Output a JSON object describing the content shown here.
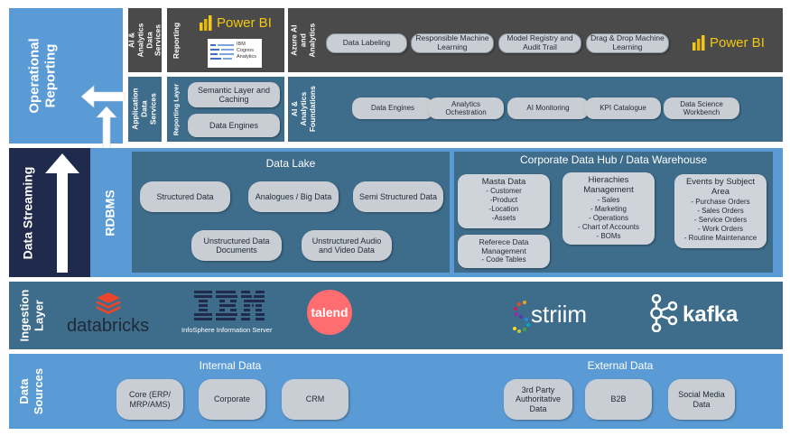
{
  "operational_reporting": {
    "label": "Operational Reporting"
  },
  "ai_analytics_data_services": {
    "label": "AI & Analytics Data Services"
  },
  "reporting": {
    "label": "Reporting",
    "powerbi": "Power BI",
    "cognos_lines": [
      "IBM",
      "Cognos",
      "Analytics"
    ]
  },
  "azure_ai": {
    "label": "Azure AI and Analytics",
    "items": [
      "Data Labeling",
      "Responsible Machine Learning",
      "Model Registry and Audit Trail",
      "Drag & Drop Machine Learning"
    ],
    "powerbi": "Power BI"
  },
  "application_data_services": {
    "label": "Application Data Services"
  },
  "reporting_layer": {
    "label": "Reporting Layer",
    "items": [
      "Semantic Layer and Caching",
      "Data Engines"
    ]
  },
  "ai_foundations": {
    "label": "AI & Analytics Foundations",
    "items": [
      "Data Engines",
      "Analytics Ochestration",
      "AI Monitoring",
      "KPI Catalogue",
      "Data Science Workbench"
    ]
  },
  "data_streaming": {
    "label": "Data Streaming"
  },
  "rdbms": {
    "label": "RDBMS"
  },
  "data_lake": {
    "title": "Data Lake",
    "items": [
      "Structured Data",
      "Analogues / Big Data",
      "Semi Structured Data",
      "Unstructured Data Documents",
      "Unstructured Audio and Video Data"
    ]
  },
  "data_hub": {
    "title": "Corporate Data Hub / Data Warehouse",
    "masta": {
      "title": "Masta Data",
      "items": [
        "- Customer",
        "-Product",
        "-Location",
        "-Assets"
      ]
    },
    "hierarchies": {
      "title": "Hierachies Management",
      "items": [
        "- Sales",
        "- Marketing",
        "- Operations",
        "- Chart of Accounts",
        "- BOMs"
      ]
    },
    "events": {
      "title": "Events by Subject Area",
      "items": [
        "- Purchase Orders",
        "- Sales Orders",
        "- Service Orders",
        "- Work Orders",
        "- Routine Maintenance"
      ]
    },
    "reference": {
      "title": "Referece  Data Management",
      "items": [
        "- Code Tables"
      ]
    }
  },
  "ingestion": {
    "label": "Ingestion Layer",
    "databricks": "databricks",
    "ibm": "IBM",
    "ibm_sub": "InfoSphere Information Server",
    "talend": "talend",
    "striim": "striim",
    "kafka": "kafka"
  },
  "data_sources": {
    "label": "Data Sources",
    "internal_title": "Internal Data",
    "internal": [
      "Core (ERP/ MRP/AMS)",
      "Corporate",
      "CRM"
    ],
    "external_title": "External Data",
    "external": [
      "3rd Party Authoritative Data",
      "B2B",
      "Social Media Data"
    ]
  },
  "colors": {
    "blue_light": "#5b9bd5",
    "teal": "#3e6c8b",
    "navy": "#1f2a4d",
    "gray_dark": "#4a4a4a",
    "powerbi_yellow": "#f2c811",
    "talend_red": "#ff6d70",
    "databricks_red": "#e8452c"
  }
}
